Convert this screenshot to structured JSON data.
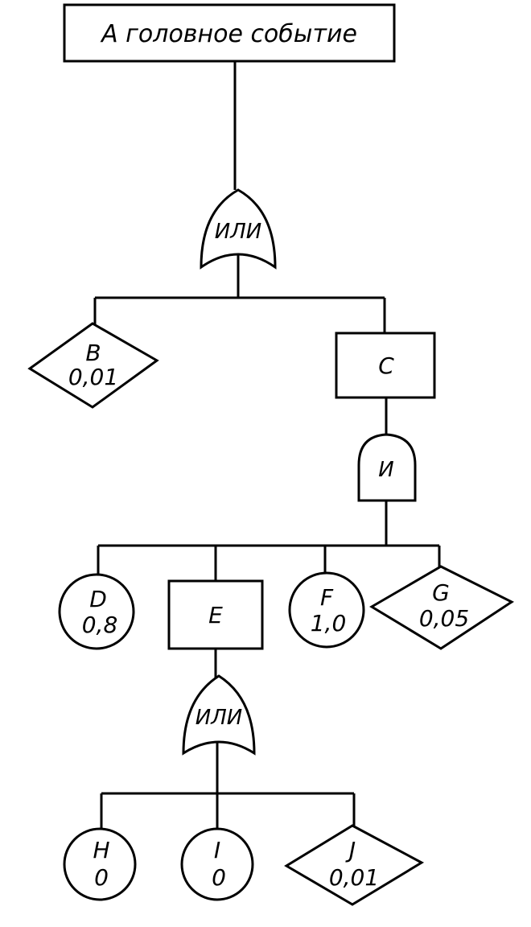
{
  "top_event": {
    "label": "A головное событие"
  },
  "gates": {
    "or_top": {
      "label": "ИЛИ"
    },
    "and_c": {
      "label": "И"
    },
    "or_e": {
      "label": "ИЛИ"
    }
  },
  "events": {
    "B": {
      "name": "B",
      "value": "0,01",
      "shape": "diamond"
    },
    "C": {
      "name": "C",
      "shape": "rectangle"
    },
    "D": {
      "name": "D",
      "value": "0,8",
      "shape": "circle"
    },
    "E": {
      "name": "E",
      "shape": "rectangle"
    },
    "F": {
      "name": "F",
      "value": "1,0",
      "shape": "circle"
    },
    "G": {
      "name": "G",
      "value": "0,05",
      "shape": "diamond"
    },
    "H": {
      "name": "H",
      "value": "0",
      "shape": "circle"
    },
    "I": {
      "name": "I",
      "value": "0",
      "shape": "circle"
    },
    "J": {
      "name": "J",
      "value": "0,01",
      "shape": "diamond"
    }
  }
}
